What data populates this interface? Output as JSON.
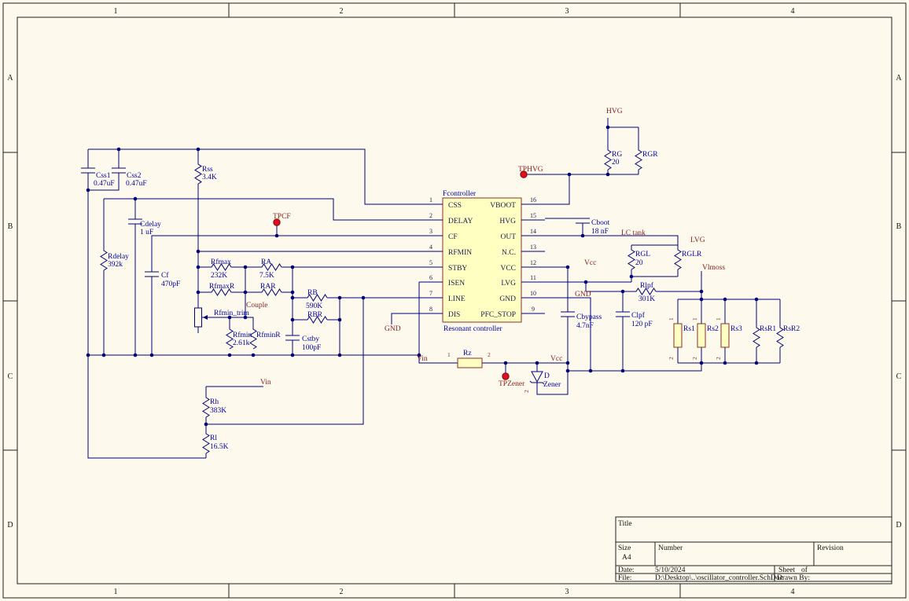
{
  "colors": {
    "wire": "#00007D",
    "designator_text": "#0000A8",
    "net_label_text": "#8B1A1A",
    "test_point_dot": "#E00E1C",
    "part_fill": "#FFFFC2",
    "part_border": "#8B2D2D",
    "sheet_background": "#FDFAED"
  },
  "zones": {
    "cols": [
      "1",
      "2",
      "3",
      "4"
    ],
    "rows": [
      "A",
      "B",
      "C",
      "D"
    ]
  },
  "ic": {
    "designator": "Fcontroller",
    "description": "Resonant controller",
    "left_pins": [
      {
        "n": "1",
        "name": "CSS"
      },
      {
        "n": "2",
        "name": "DELAY"
      },
      {
        "n": "3",
        "name": "CF"
      },
      {
        "n": "4",
        "name": "RFMIN"
      },
      {
        "n": "5",
        "name": "STBY"
      },
      {
        "n": "6",
        "name": "ISEN"
      },
      {
        "n": "7",
        "name": "LINE"
      },
      {
        "n": "8",
        "name": "DIS"
      }
    ],
    "right_pins": [
      {
        "n": "16",
        "name": "VBOOT"
      },
      {
        "n": "15",
        "name": "HVG"
      },
      {
        "n": "14",
        "name": "OUT"
      },
      {
        "n": "13",
        "name": "N.C."
      },
      {
        "n": "12",
        "name": "VCC"
      },
      {
        "n": "11",
        "name": "LVG"
      },
      {
        "n": "10",
        "name": "GND"
      },
      {
        "n": "9",
        "name": "PFC_STOP"
      }
    ]
  },
  "parts": {
    "css1": {
      "d": "Css1",
      "v": "0.47uF"
    },
    "css2": {
      "d": "Css2",
      "v": "0.47uF"
    },
    "rss": {
      "d": "Rss",
      "v": "3.4K"
    },
    "cdelay": {
      "d": "Cdelay",
      "v": "1 uF"
    },
    "rdelay": {
      "d": "Rdelay",
      "v": "392k"
    },
    "cf": {
      "d": "Cf",
      "v": "470pF"
    },
    "rfmax": {
      "d": "Rfmax",
      "v": "232K"
    },
    "ra": {
      "d": "RA",
      "v": "7.5K"
    },
    "rfmaxr": {
      "d": "RfmaxR"
    },
    "rar": {
      "d": "RAR"
    },
    "rfmin_trim": {
      "d": "Rfmin_trim"
    },
    "rfmin": {
      "d": "Rfmin",
      "v": "2.61k"
    },
    "rfminr": {
      "d": "RfminR"
    },
    "rb": {
      "d": "RB",
      "v": "590K"
    },
    "rbr": {
      "d": "RBR"
    },
    "cstby": {
      "d": "Cstby",
      "v": "100pF"
    },
    "rh": {
      "d": "Rh",
      "v": "383K"
    },
    "rl": {
      "d": "Rl",
      "v": "16.5K"
    },
    "rz": {
      "d": "Rz"
    },
    "dzener": {
      "d": "D",
      "v": "Zener"
    },
    "rg": {
      "d": "RG",
      "v": "20"
    },
    "rgr": {
      "d": "RGR"
    },
    "cboot": {
      "d": "Cboot",
      "v": "18 nF"
    },
    "rgl": {
      "d": "RGL",
      "v": "20"
    },
    "rglr": {
      "d": "RGLR"
    },
    "rlpf": {
      "d": "Rlpf",
      "v": "301K"
    },
    "cbypass": {
      "d": "Cbypass",
      "v": "4.7nF"
    },
    "clpf": {
      "d": "Clpf",
      "v": "120 pF"
    },
    "rs1": {
      "d": "Rs1"
    },
    "rs2": {
      "d": "Rs2"
    },
    "rs3": {
      "d": "Rs3"
    },
    "rsr1": {
      "d": "RsR1"
    },
    "rsr2": {
      "d": "RsR2"
    }
  },
  "nets": {
    "hvg": "HVG",
    "lvg": "LVG",
    "lc_tank": "LC tank",
    "vcc": "Vcc",
    "gnd": "GND",
    "vin": "Vin",
    "couple": "Couple",
    "vlmoss": "Vlmoss"
  },
  "test_points": {
    "tphvg": "TPHVG",
    "tpcf": "TPCF",
    "tpzener": "TPZener"
  },
  "pin_numbers": {
    "one": "1",
    "two": "2"
  },
  "title_block": {
    "title_label": "Title",
    "size_label": "Size",
    "size_value": "A4",
    "number_label": "Number",
    "revision_label": "Revision",
    "date_label": "Date:",
    "date_value": "5/10/2024",
    "sheet_label": "Sheet",
    "sheet_of": "of",
    "file_label": "File:",
    "file_value": "D:\\Desktop\\..\\oscillator_controller.SchDoc",
    "drawn_by_label": "Drawn By:"
  }
}
